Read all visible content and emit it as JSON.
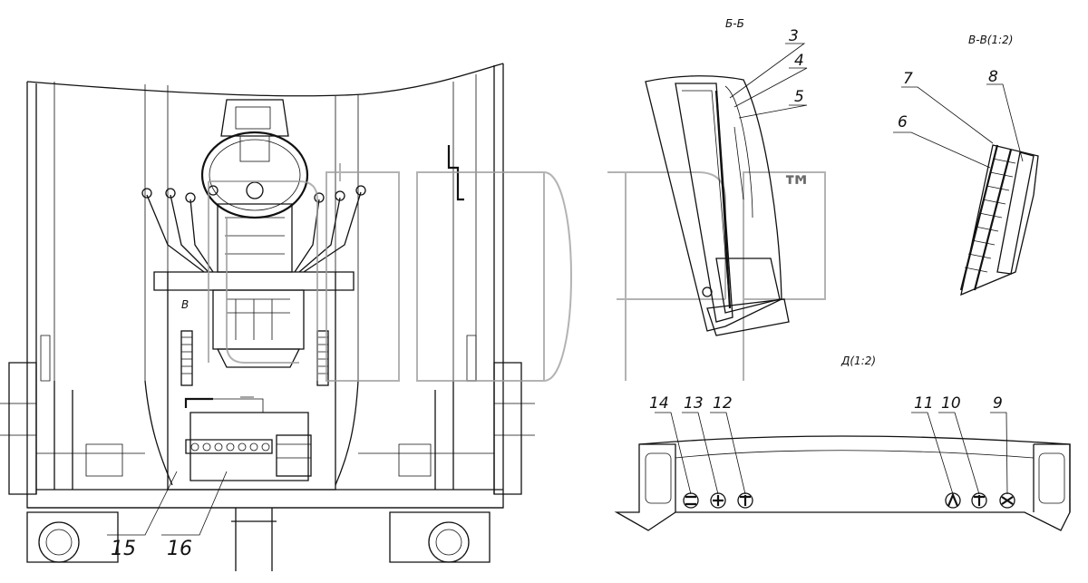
{
  "views": {
    "section_bb": "Б-Б",
    "section_vv": "В-В(1:2)",
    "detail_d": "Д(1:2)",
    "mark_b": "В"
  },
  "callouts": [
    "3",
    "4",
    "5",
    "6",
    "7",
    "8",
    "9",
    "10",
    "11",
    "12",
    "13",
    "14",
    "15",
    "16"
  ],
  "watermark": {
    "trademark": "™"
  }
}
